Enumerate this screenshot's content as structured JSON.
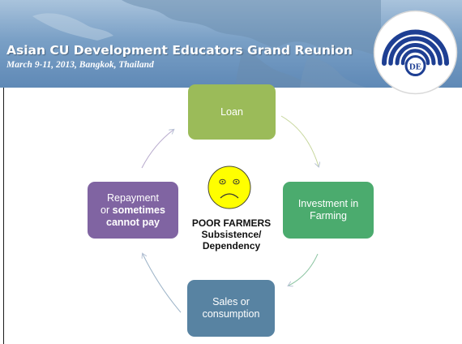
{
  "header": {
    "title": "Asian CU Development Educators Grand Reunion",
    "subtitle": "March 9-11, 2013, Bangkok, Thailand",
    "logo_text": "DE"
  },
  "cycle": {
    "loan": "Loan",
    "investment": "Investment  in Farming",
    "sales": "Sales or consumption",
    "repayment_line1": "Repayment",
    "repayment_or": "or ",
    "repayment_bold1": "sometimes",
    "repayment_bold2": "cannot pay"
  },
  "center": {
    "line1": "POOR FARMERS",
    "line2": "Subsistence/",
    "line3": "Dependency"
  },
  "colors": {
    "loan": "#9bbb59",
    "investment": "#4bab6e",
    "sales": "#5883a2",
    "repayment": "#8064a2",
    "smiley": "#ffff00"
  },
  "icons": [
    "sad-face-icon",
    "de-logo-icon"
  ]
}
